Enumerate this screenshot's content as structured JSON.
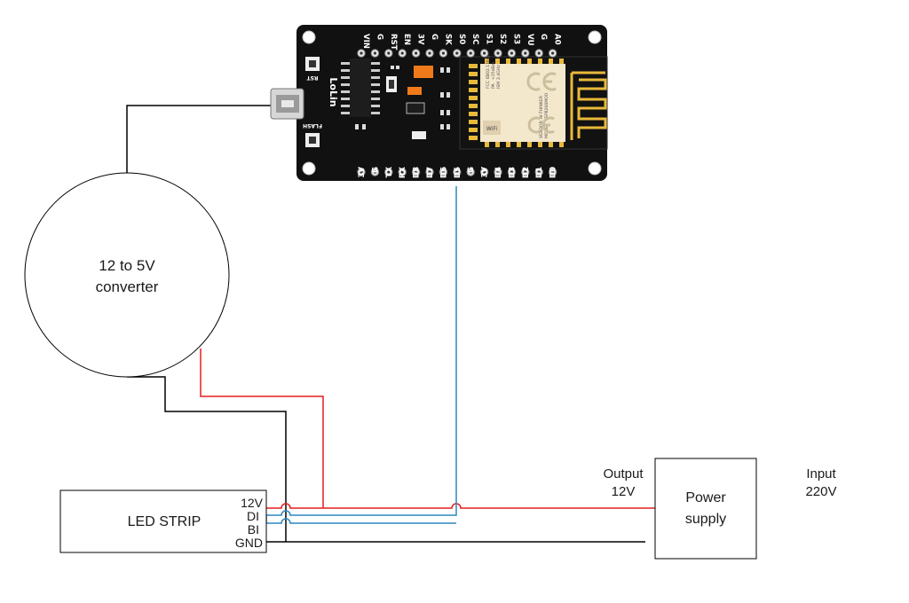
{
  "converter": {
    "line1": "12 to 5V",
    "line2": "converter"
  },
  "led_strip": {
    "label": "LED STRIP",
    "pins": [
      "12V",
      "DI",
      "BI",
      "GND"
    ]
  },
  "power_supply": {
    "line1": "Power",
    "line2": "supply"
  },
  "output_label": {
    "line1": "Output",
    "line2": "12V"
  },
  "input_label": {
    "line1": "Input",
    "line2": "220V"
  },
  "board": {
    "name": "LoLin",
    "rst_label": "RST",
    "flash_label": "FLASH",
    "top_pins": [
      "VIN",
      "G",
      "RST",
      "EN",
      "3V",
      "G",
      "SK",
      "S0",
      "SC",
      "S1",
      "S2",
      "S3",
      "VU",
      "G",
      "A0"
    ],
    "bottom_pins": [
      "3V",
      "G",
      "TX",
      "RX",
      "D8",
      "D7",
      "D6",
      "D5",
      "G",
      "3V",
      "D4",
      "D3",
      "D2",
      "D1",
      "D0"
    ],
    "module_lines": [
      "MODEL",
      "VENDOR",
      "ISM",
      "PA",
      "FCC ID"
    ],
    "module_values": [
      "ESP8266MOD",
      "AI-THINKER",
      "2.4GHz",
      "+25dBm",
      "802.11b/g/n"
    ],
    "wifi_mark": "WiFi"
  },
  "colors": {
    "red_wire": "#e31e1e",
    "blue_wire": "#2e86c1",
    "black_wire": "#000000",
    "board_bg": "#111111",
    "module_bg": "#f3e7cc",
    "gold": "#e8b93a",
    "orange": "#f07a1a"
  }
}
